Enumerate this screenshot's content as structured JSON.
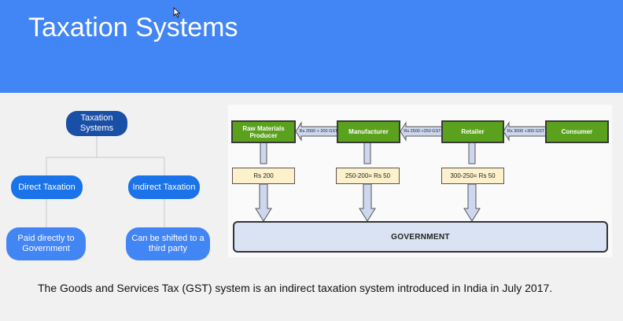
{
  "slide": {
    "title": "Taxation Systems",
    "caption": "The Goods and Services Tax (GST) system is an indirect taxation system introduced in India in July 2017."
  },
  "tree": {
    "root": "Taxation Systems",
    "direct": "Direct Taxation",
    "indirect": "Indirect Taxation",
    "direct_desc": "Paid directly to Government",
    "indirect_desc": "Can be shifted to a third party"
  },
  "flow": {
    "stages": [
      "Raw Materials Producer",
      "Manufacturer",
      "Retailer",
      "Consumer"
    ],
    "transfers": [
      "Rs 2000 + 200 GST",
      "Rs 2500 +250 GST",
      "Rs 3000 +300 GST"
    ],
    "tax_paid": [
      "Rs 200",
      "250-200= Rs 50",
      "300-250= Rs 50"
    ],
    "government": "GOVERNMENT"
  },
  "colors": {
    "header": "#4285f4",
    "stage_green": "#5aa11d",
    "tax_box": "#fdf1cc",
    "government_box": "#d9e3f3",
    "root_pill": "#1a4fa8",
    "pill": "#1a73e8"
  }
}
